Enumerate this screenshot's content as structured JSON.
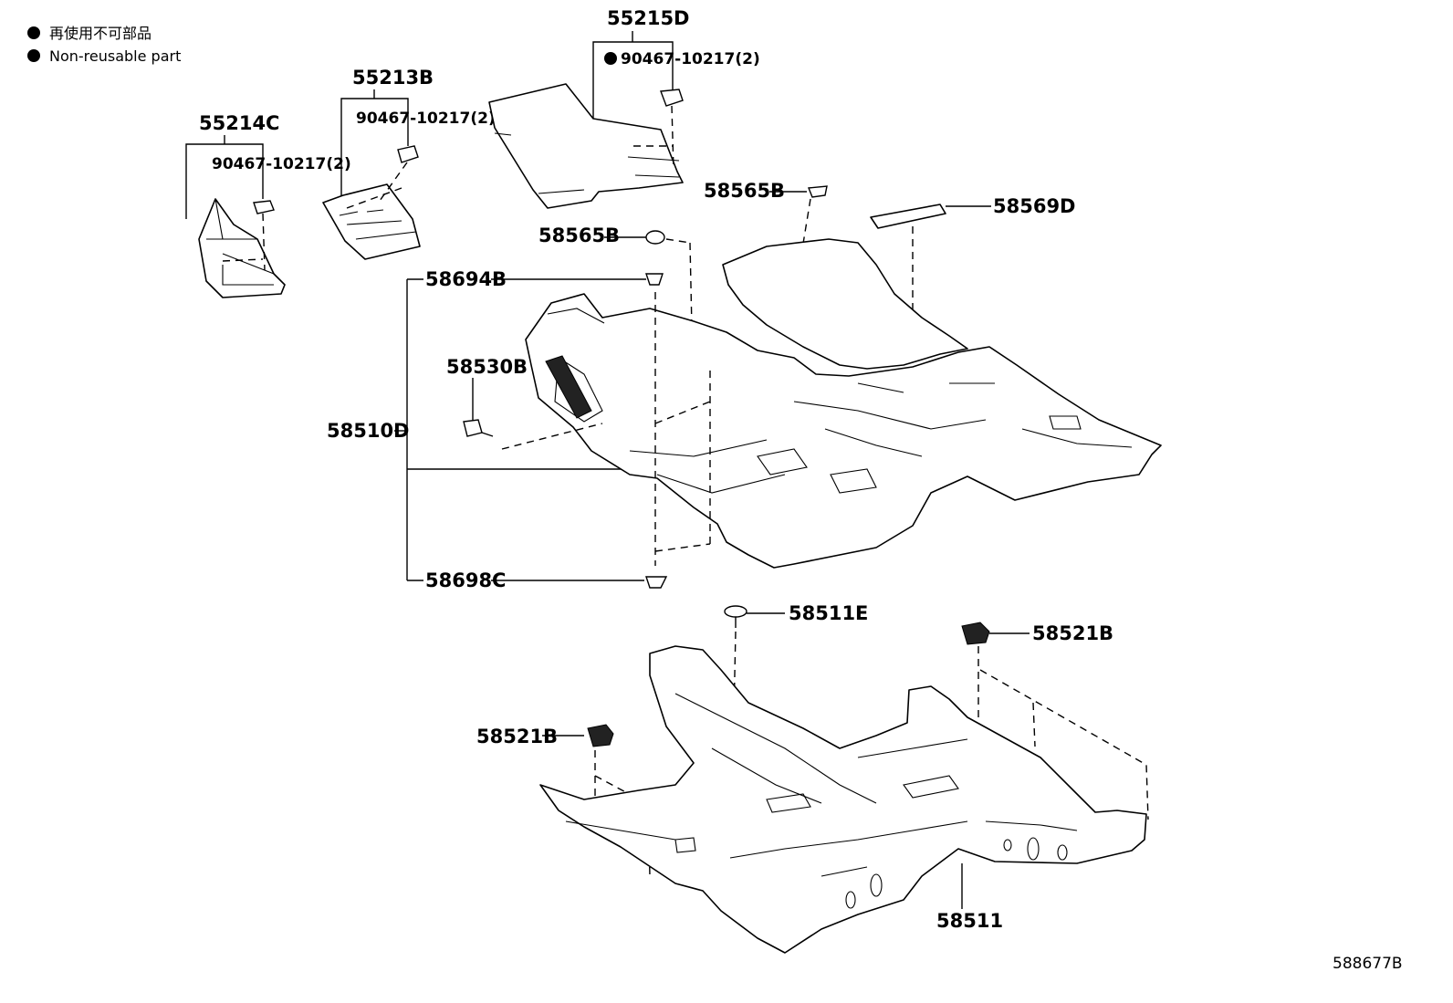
{
  "legend": [
    {
      "text": "再使用不可部品"
    },
    {
      "text": "Non-reusable part"
    }
  ],
  "parts": {
    "p55215D": "55215D",
    "p55213B": "55213B",
    "p55214C": "55214C",
    "fastener_55215D": "90467-10217(2)",
    "fastener_55213B": "90467-10217(2)",
    "fastener_55214C": "90467-10217(2)",
    "p58565B_upper": "58565B",
    "p58565B_lower": "58565B",
    "p58569D": "58569D",
    "p58694B": "58694B",
    "p58530B": "58530B",
    "p58510D": "58510D",
    "p58698C": "58698C",
    "p58511E": "58511E",
    "p58521B_right": "58521B",
    "p58521B_left": "58521B",
    "p58511": "58511"
  },
  "diagram_id": "588677B"
}
